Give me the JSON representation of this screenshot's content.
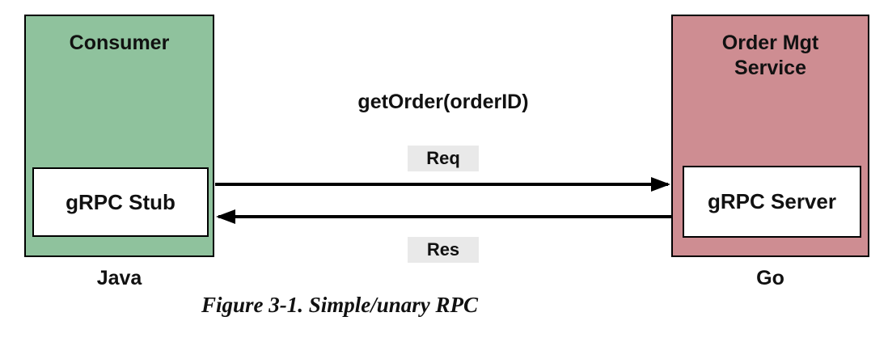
{
  "diagram": {
    "consumer": {
      "title": "Consumer",
      "inner_label": "gRPC Stub",
      "runtime": "Java"
    },
    "service": {
      "title": "Order Mgt Service",
      "inner_label": "gRPC Server",
      "runtime": "Go"
    },
    "call": {
      "method": "getOrder(orderID)",
      "request_label": "Req",
      "response_label": "Res"
    },
    "caption": "Figure 3-1. Simple/unary RPC"
  },
  "colors": {
    "background": "#FFFFFF",
    "consumer_box": "#8FC29D",
    "service_box": "#CE8D92",
    "label_badge": "#E9E9E9",
    "arrow": "#000000",
    "border": "#000000"
  }
}
